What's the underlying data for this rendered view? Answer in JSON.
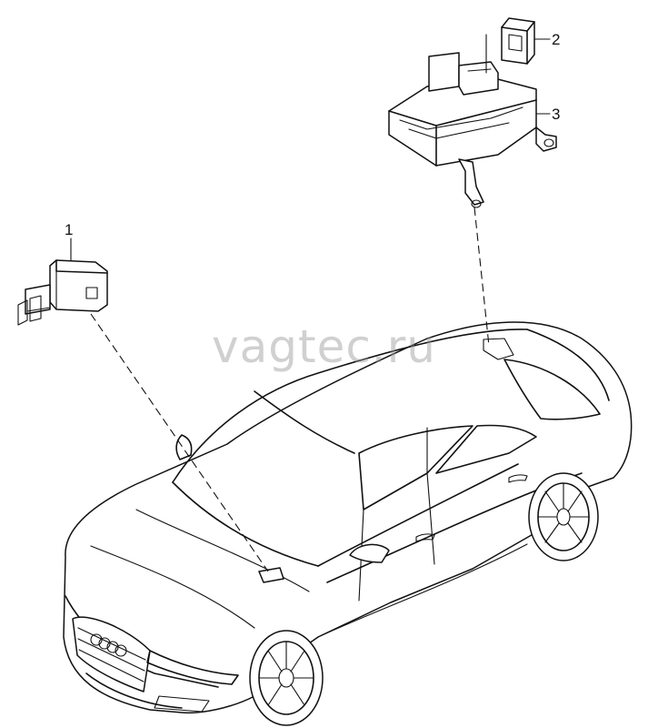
{
  "watermark": "vagtec.ru",
  "callouts": [
    {
      "id": "1",
      "label": "1"
    },
    {
      "id": "2",
      "label": "2"
    },
    {
      "id": "3",
      "label": "3"
    }
  ],
  "colors": {
    "line": "#111111",
    "background": "#ffffff",
    "watermark": "#969696"
  }
}
